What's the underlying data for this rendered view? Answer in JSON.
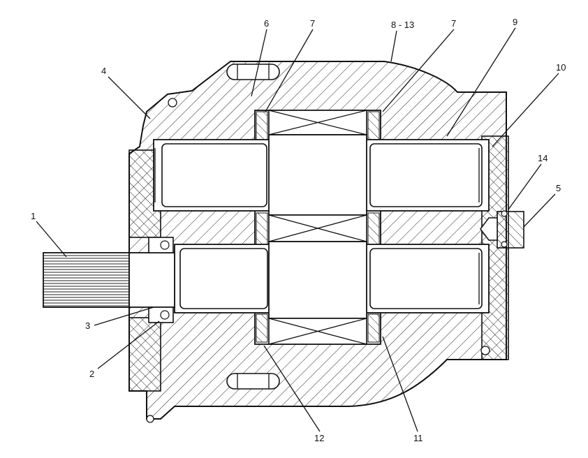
{
  "diagram": {
    "callouts": [
      {
        "id": "c1",
        "text": "1"
      },
      {
        "id": "c2",
        "text": "2"
      },
      {
        "id": "c3",
        "text": "3"
      },
      {
        "id": "c4",
        "text": "4"
      },
      {
        "id": "c5",
        "text": "5"
      },
      {
        "id": "c6",
        "text": "6"
      },
      {
        "id": "c7a",
        "text": "7"
      },
      {
        "id": "c7b",
        "text": "7"
      },
      {
        "id": "c8",
        "text": "8 - 13"
      },
      {
        "id": "c9",
        "text": "9"
      },
      {
        "id": "c10",
        "text": "10"
      },
      {
        "id": "c11",
        "text": "11"
      },
      {
        "id": "c12",
        "text": "12"
      },
      {
        "id": "c14",
        "text": "14"
      }
    ]
  }
}
